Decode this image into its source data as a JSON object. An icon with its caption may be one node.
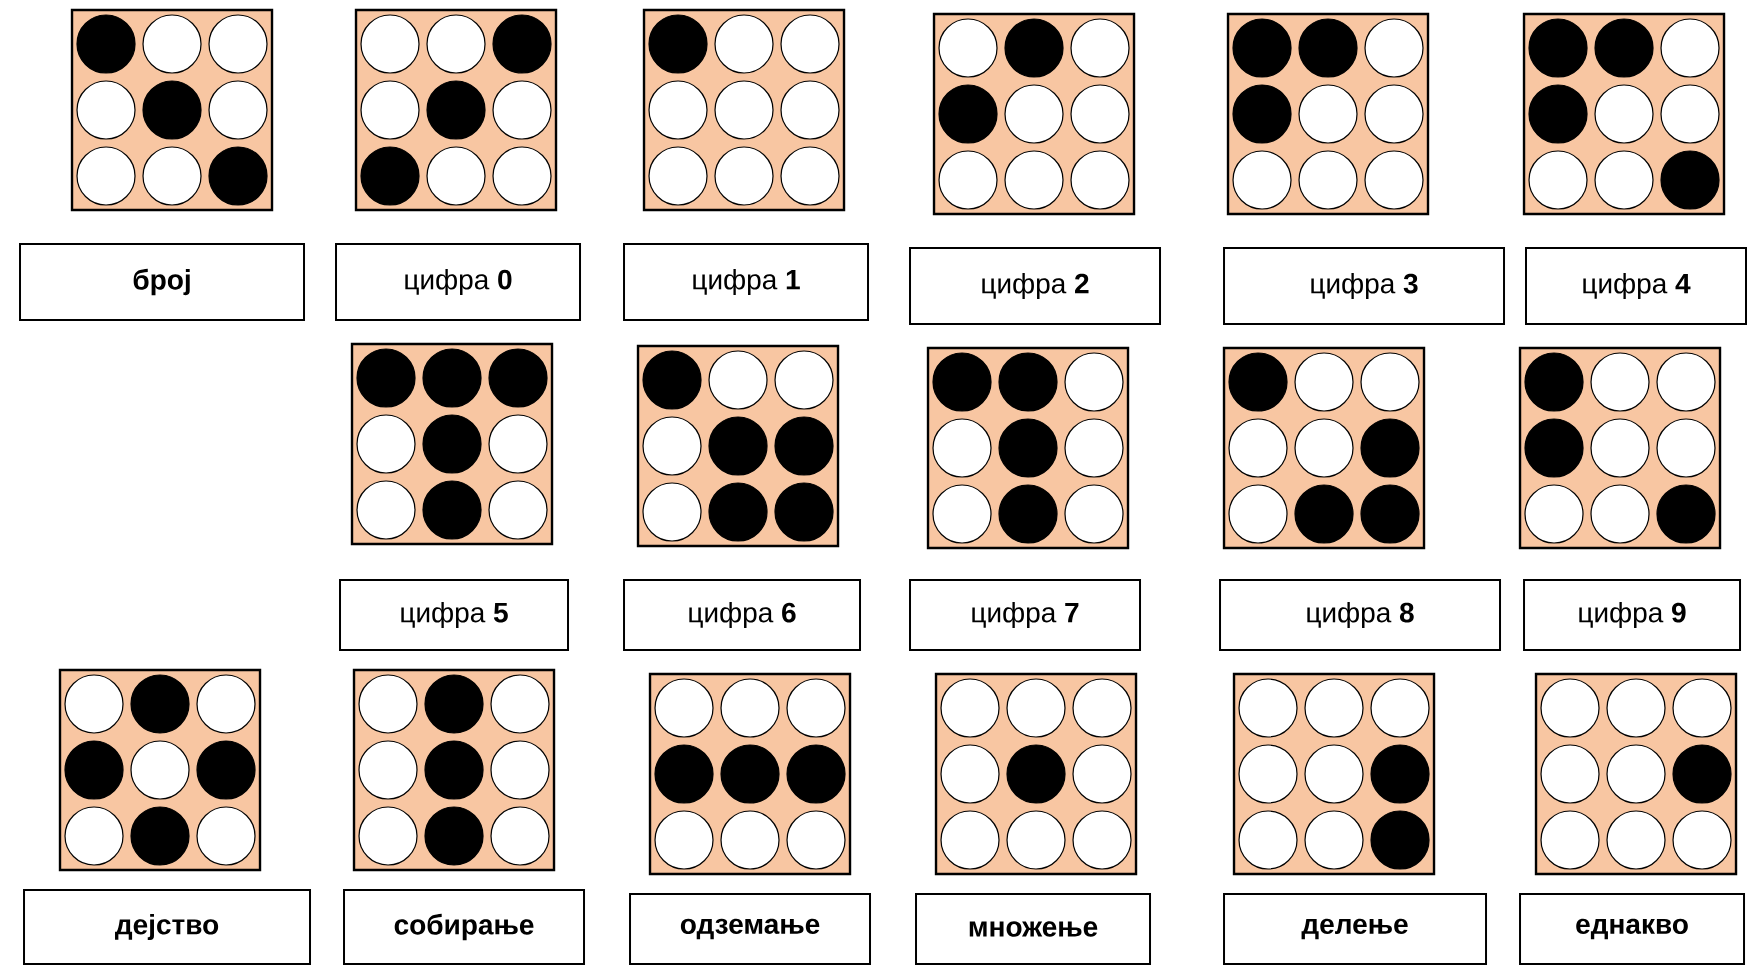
{
  "diagram": {
    "nodes": [
      {
        "text": [
          "број"
        ]
      },
      {
        "text": [
          "цифра **0**"
        ]
      },
      {
        "text": [
          "цифра **1**"
        ]
      },
      {
        "text": [
          "цифра **2**"
        ]
      },
      {
        "text": [
          "цифра **3**"
        ]
      },
      {
        "text": [
          "цифра **4**"
        ]
      },
      {
        "text": [
          "цифра **5**"
        ]
      },
      {
        "text": [
          "цифра **6**"
        ]
      },
      {
        "text": [
          "цифра **7**"
        ]
      },
      {
        "text": [
          "цифра **8**"
        ]
      },
      {
        "text": [
          "цифра **9**"
        ]
      },
      {
        "text": [
          "дејство"
        ]
      },
      {
        "text": [
          "собирање"
        ]
      },
      {
        "text": [
          "одземање"
        ]
      },
      {
        "text": [
          "множење"
        ]
      },
      {
        "text": [
          "делење"
        ]
      },
      {
        "text": [
          "еднакво"
        ]
      }
    ]
  }
}
